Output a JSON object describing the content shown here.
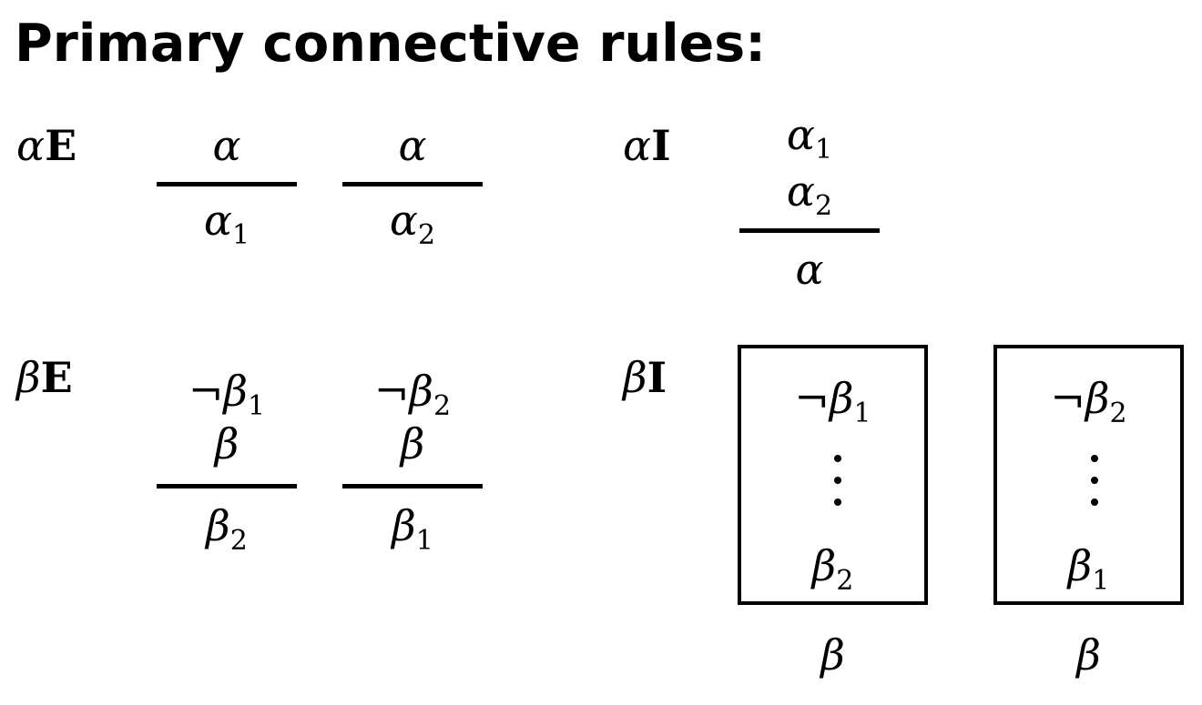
{
  "title": "Primary connective rules:",
  "alpha_elim": {
    "greek": "α",
    "letter": "E",
    "left": {
      "premise": "α",
      "conclusion": "α",
      "conclusion_sub": "1"
    },
    "right": {
      "premise": "α",
      "conclusion": "α",
      "conclusion_sub": "2"
    }
  },
  "alpha_intro": {
    "greek": "α",
    "letter": "I",
    "premise1": "α",
    "premise1_sub": "1",
    "premise2": "α",
    "premise2_sub": "2",
    "conclusion": "α"
  },
  "beta_elim": {
    "greek": "β",
    "letter": "E",
    "left": {
      "neg": "¬",
      "premise1": "β",
      "premise1_sub": "1",
      "premise2": "β",
      "conclusion": "β",
      "conclusion_sub": "2"
    },
    "right": {
      "neg": "¬",
      "premise1": "β",
      "premise1_sub": "2",
      "premise2": "β",
      "conclusion": "β",
      "conclusion_sub": "1"
    }
  },
  "beta_intro": {
    "greek": "β",
    "letter": "I",
    "box1": {
      "neg": "¬",
      "assumption": "β",
      "assumption_sub": "1",
      "result": "β",
      "result_sub": "2"
    },
    "box2": {
      "neg": "¬",
      "assumption": "β",
      "assumption_sub": "2",
      "result": "β",
      "result_sub": "1"
    },
    "conclusion1": "β",
    "conclusion2": "β"
  }
}
